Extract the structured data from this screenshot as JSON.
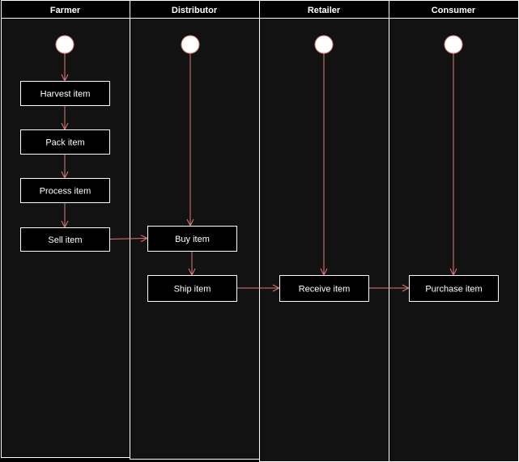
{
  "colors": {
    "background": "#000000",
    "lane_fill": "#121212",
    "border": "#ffffff",
    "arrow": "#e07a7a",
    "text": "#ffffff"
  },
  "lanes": [
    {
      "id": "farmer",
      "title": "Farmer"
    },
    {
      "id": "distributor",
      "title": "Distributor"
    },
    {
      "id": "retailer",
      "title": "Retailer"
    },
    {
      "id": "consumer",
      "title": "Consumer"
    }
  ],
  "start_nodes": [
    "farmer",
    "distributor",
    "retailer",
    "consumer"
  ],
  "activities": [
    {
      "id": "harvest",
      "lane": "farmer",
      "label": "Harvest item"
    },
    {
      "id": "pack",
      "lane": "farmer",
      "label": "Pack item"
    },
    {
      "id": "process",
      "lane": "farmer",
      "label": "Process item"
    },
    {
      "id": "sell",
      "lane": "farmer",
      "label": "Sell item"
    },
    {
      "id": "buy",
      "lane": "distributor",
      "label": "Buy item"
    },
    {
      "id": "ship",
      "lane": "distributor",
      "label": "Ship item"
    },
    {
      "id": "receive",
      "lane": "retailer",
      "label": "Receive item"
    },
    {
      "id": "purchase",
      "lane": "consumer",
      "label": "Purchase item"
    }
  ],
  "flows": [
    {
      "from": "start:farmer",
      "to": "harvest"
    },
    {
      "from": "harvest",
      "to": "pack"
    },
    {
      "from": "pack",
      "to": "process"
    },
    {
      "from": "process",
      "to": "sell"
    },
    {
      "from": "sell",
      "to": "buy"
    },
    {
      "from": "start:distributor",
      "to": "buy"
    },
    {
      "from": "buy",
      "to": "ship"
    },
    {
      "from": "ship",
      "to": "receive"
    },
    {
      "from": "start:retailer",
      "to": "receive"
    },
    {
      "from": "receive",
      "to": "purchase"
    },
    {
      "from": "start:consumer",
      "to": "purchase"
    }
  ]
}
